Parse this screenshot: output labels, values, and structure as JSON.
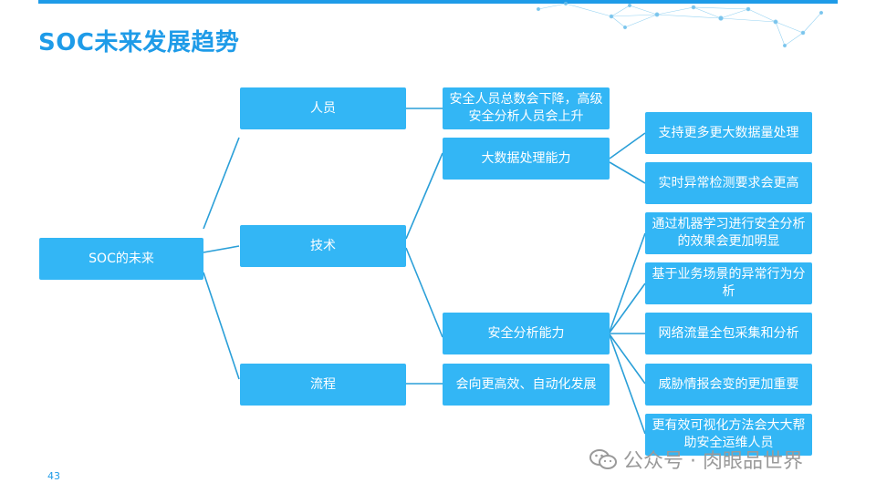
{
  "title": "SOC未来发展趋势",
  "root": "SOC的未来",
  "level1": {
    "people": "人员",
    "tech": "技术",
    "process": "流程"
  },
  "level2": {
    "people_trend": "安全人员总数会下降，高级安全分析人员会上升",
    "bigdata": "大数据处理能力",
    "analysis": "安全分析能力",
    "process_trend": "会向更高效、自动化发展"
  },
  "level3": {
    "bigdata_items": [
      "支持更多更大数据量处理",
      "实时异常检测要求会更高"
    ],
    "analysis_items": [
      "通过机器学习进行安全分析的效果会更加明显",
      "基于业务场景的异常行为分析",
      "网络流量全包采集和分析",
      "威胁情报会变的更加重要",
      "更有效可视化方法会大大帮助安全运维人员"
    ]
  },
  "page_number": "43",
  "watermark": "公众号 · 肉眼品世界",
  "colors": {
    "accent": "#1e9be8",
    "node": "#33b6f5",
    "line": "#2a9fd8"
  },
  "icons": [
    "wechat-icon",
    "network-decoration"
  ]
}
